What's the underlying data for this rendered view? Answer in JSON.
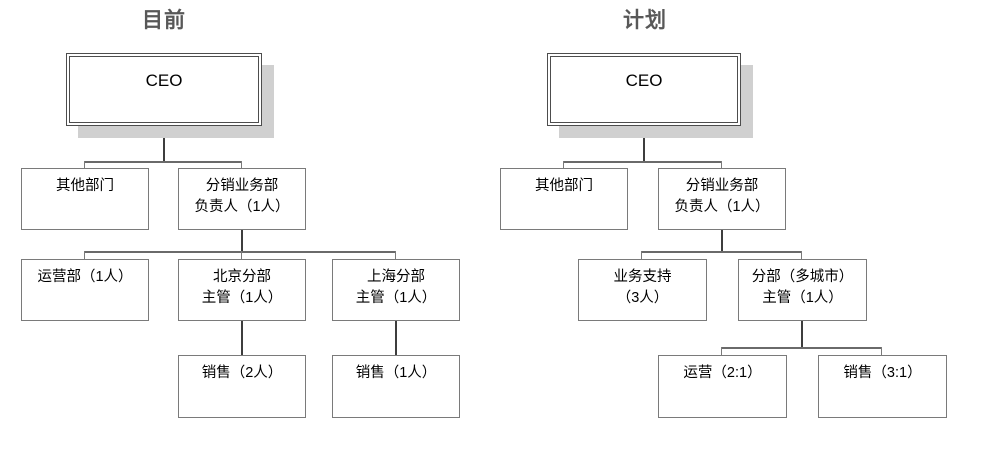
{
  "diagram": {
    "type": "org-chart",
    "panels": [
      {
        "id": "current",
        "title": "目前",
        "nodes": [
          {
            "id": "ceo",
            "label": "CEO",
            "level": 1
          },
          {
            "id": "other",
            "label": "其他部门",
            "level": 2
          },
          {
            "id": "distrib",
            "label": "分销业务部\n负责人（1人）",
            "level": 2
          },
          {
            "id": "ops",
            "label": "运营部（1人）",
            "level": 3
          },
          {
            "id": "beijing",
            "label": "北京分部\n主管（1人）",
            "level": 3
          },
          {
            "id": "shanghai",
            "label": "上海分部\n主管（1人）",
            "level": 3
          },
          {
            "id": "sales_bj",
            "label": "销售（2人）",
            "level": 4
          },
          {
            "id": "sales_sh",
            "label": "销售（1人）",
            "level": 4
          }
        ]
      },
      {
        "id": "plan",
        "title": "计划",
        "nodes": [
          {
            "id": "ceo2",
            "label": "CEO",
            "level": 1
          },
          {
            "id": "other2",
            "label": "其他部门",
            "level": 2
          },
          {
            "id": "distrib2",
            "label": "分销业务部\n负责人（1人）",
            "level": 2
          },
          {
            "id": "support",
            "label": "业务支持\n（3人）",
            "level": 3
          },
          {
            "id": "branch",
            "label": "分部（多城市）\n主管（1人）",
            "level": 3
          },
          {
            "id": "ops2",
            "label": "运营（2:1）",
            "level": 4
          },
          {
            "id": "sales2",
            "label": "销售（3:1）",
            "level": 4
          }
        ]
      }
    ]
  },
  "left": {
    "title": "目前",
    "ceo": "CEO",
    "other_dept": "其他部门",
    "distribution_line1": "分销业务部",
    "distribution_line2": "负责人（1人）",
    "operations": "运营部（1人）",
    "beijing_line1": "北京分部",
    "beijing_line2": "主管（1人）",
    "shanghai_line1": "上海分部",
    "shanghai_line2": "主管（1人）",
    "sales_beijing": "销售（2人）",
    "sales_shanghai": "销售（1人）"
  },
  "right": {
    "title": "计划",
    "ceo": "CEO",
    "other_dept": "其他部门",
    "distribution_line1": "分销业务部",
    "distribution_line2": "负责人（1人）",
    "support_line1": "业务支持",
    "support_line2": "（3人）",
    "branch_line1": "分部（多城市）",
    "branch_line2": "主管（1人）",
    "operations": "运营（2:1）",
    "sales": "销售（3:1）"
  },
  "colors": {
    "title_gray": "#585858",
    "box_border": "#7a7a7a",
    "root_border": "#4d4d4d",
    "shadow_gray": "#d0d0d0",
    "connector": "#6a6a6a",
    "background": "#ffffff"
  }
}
